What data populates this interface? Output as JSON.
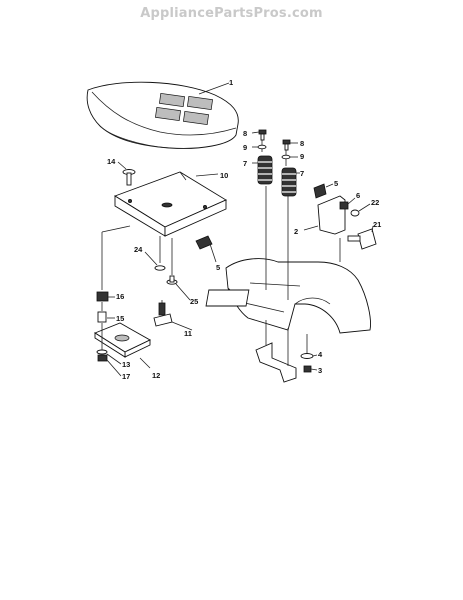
{
  "watermark": "AppliancePartsPros.com",
  "callouts": [
    {
      "id": "c1",
      "text": "1"
    },
    {
      "id": "c2",
      "text": "2"
    },
    {
      "id": "c3",
      "text": "3"
    },
    {
      "id": "c4",
      "text": "4"
    },
    {
      "id": "c5a",
      "text": "5"
    },
    {
      "id": "c5b",
      "text": "5"
    },
    {
      "id": "c6",
      "text": "6"
    },
    {
      "id": "c7a",
      "text": "7"
    },
    {
      "id": "c7b",
      "text": "7"
    },
    {
      "id": "c8a",
      "text": "8"
    },
    {
      "id": "c8b",
      "text": "8"
    },
    {
      "id": "c9a",
      "text": "9"
    },
    {
      "id": "c9b",
      "text": "9"
    },
    {
      "id": "c10",
      "text": "10"
    },
    {
      "id": "c11",
      "text": "11"
    },
    {
      "id": "c12",
      "text": "12"
    },
    {
      "id": "c13",
      "text": "13"
    },
    {
      "id": "c14",
      "text": "14"
    },
    {
      "id": "c15",
      "text": "15"
    },
    {
      "id": "c16",
      "text": "16"
    },
    {
      "id": "c17",
      "text": "17"
    },
    {
      "id": "c21",
      "text": "21"
    },
    {
      "id": "c22",
      "text": "22"
    },
    {
      "id": "c24",
      "text": "24"
    },
    {
      "id": "c25",
      "text": "25"
    }
  ]
}
